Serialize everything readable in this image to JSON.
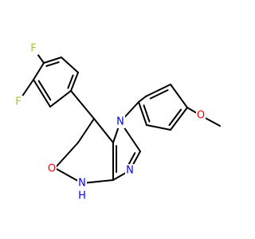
{
  "colors": {
    "background": "#ffffff",
    "bond": "#000000",
    "carbon": "#000000",
    "nitrogen": "#0000ff",
    "oxygen": "#ff0000",
    "fluorine": "#9acd32"
  },
  "atoms": {
    "f_top": "F",
    "f_left": "F",
    "o_methoxy": "O",
    "o_carbonyl": "O",
    "n_imidazole": "N",
    "n_ring": "N",
    "nh_n": "N",
    "nh_h": "H"
  }
}
